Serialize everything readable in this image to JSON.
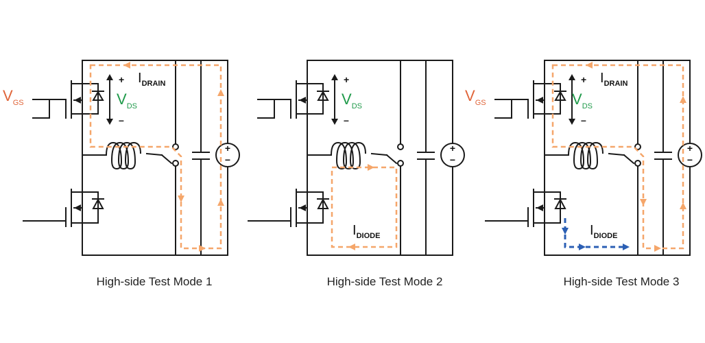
{
  "panels": [
    {
      "caption": "High-side Test Mode 1",
      "vgs": {
        "main": "V",
        "sub": "GS"
      },
      "vds": {
        "main": "V",
        "sub": "DS"
      },
      "current_label": {
        "main": "I",
        "sub": "DRAIN"
      },
      "plus": "+",
      "minus": "–"
    },
    {
      "caption": "High-side Test Mode 2",
      "vds": {
        "main": "V",
        "sub": "DS"
      },
      "current_label": {
        "main": "I",
        "sub": "DIODE"
      },
      "plus": "+",
      "minus": "–"
    },
    {
      "caption": "High-side Test Mode 3",
      "vgs": {
        "main": "V",
        "sub": "GS"
      },
      "vds": {
        "main": "V",
        "sub": "DS"
      },
      "current_label": {
        "main": "I",
        "sub": "DRAIN"
      },
      "current_label_2": {
        "main": "I",
        "sub": "DIODE"
      },
      "plus": "+",
      "minus": "–"
    }
  ],
  "colors": {
    "vgs": "#e0653a",
    "vds": "#1f9a4a",
    "current_path": "#f5a66a",
    "diode_path": "#2b5fb4"
  }
}
